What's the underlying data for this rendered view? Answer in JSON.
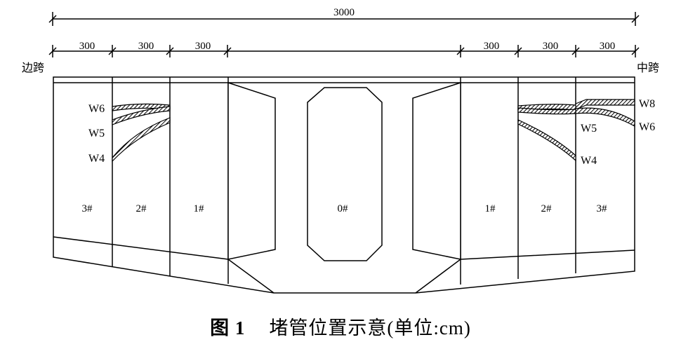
{
  "dimensions": {
    "total": "3000",
    "segments_left": [
      "300",
      "300",
      "300"
    ],
    "segments_right": [
      "300",
      "300",
      "300"
    ]
  },
  "sides": {
    "left": "边跨",
    "right": "中跨"
  },
  "segments": {
    "left": [
      "3#",
      "2#",
      "1#"
    ],
    "center": "0#",
    "right": [
      "1#",
      "2#",
      "3#"
    ]
  },
  "tendons": {
    "left": [
      "W6",
      "W5",
      "W4"
    ],
    "right": [
      "W8",
      "W5",
      "W6",
      "W4"
    ]
  },
  "caption": {
    "number": "图 1",
    "text": "堵管位置示意(单位:cm)"
  }
}
